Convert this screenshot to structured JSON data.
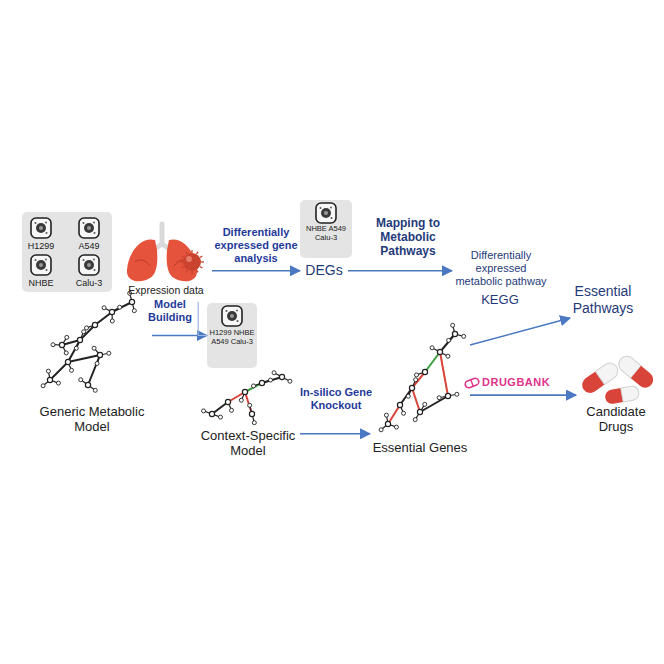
{
  "diagram": {
    "nodes": [
      {
        "text": [
          "H1299",
          "A549",
          "NHBE",
          "Calu-3"
        ]
      },
      {
        "text": [
          "Expression data"
        ]
      },
      {
        "text": [
          "NHBE A549 Calu-3"
        ]
      },
      {
        "text": [
          "DEGs"
        ]
      },
      {
        "text": [
          "Differentially expressed metabolic pathway"
        ]
      },
      {
        "text": [
          "Essential Pathways"
        ]
      },
      {
        "text": [
          "Generic Metabolic Model"
        ]
      },
      {
        "text": [
          "H1299 NHBE A549 Calu-3"
        ]
      },
      {
        "text": [
          "Context-Specific Model"
        ]
      },
      {
        "text": [
          "Essential Genes"
        ]
      },
      {
        "text": [
          "Candidate Drugs"
        ]
      }
    ],
    "edges": [
      {
        "from": 1,
        "to": 3,
        "label": "Differentially expressed gene analysis",
        "arrow": "to"
      },
      {
        "from": 3,
        "to": 4,
        "label": "Mapping to Metabolic Pathways",
        "arrow": "to"
      },
      {
        "from": 6,
        "to": 7,
        "label": "Model Building",
        "arrow": "to"
      },
      {
        "from": 1,
        "to": 7,
        "arrow": "none"
      },
      {
        "from": 8,
        "to": 9,
        "label": "In-silico Gene Knockout",
        "arrow": "to"
      },
      {
        "from": 9,
        "to": 5,
        "label": "KEGG",
        "arrow": "to"
      },
      {
        "from": 9,
        "to": 10,
        "label": "DRUGBANK",
        "arrow": "to"
      }
    ]
  }
}
